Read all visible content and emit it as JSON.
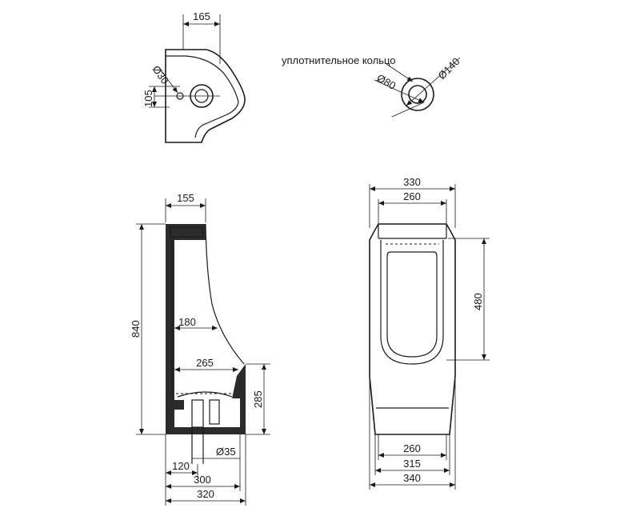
{
  "top_view": {
    "dim_width": "165",
    "dim_height": "105",
    "dim_hole": "Ø30"
  },
  "seal_ring": {
    "label": "уплотнительное кольцо",
    "dim_outer": "Ø140",
    "dim_inner": "Ø80"
  },
  "side_view": {
    "dim_top": "155",
    "dim_height": "840",
    "dim_mid": "180",
    "dim_bowl": "265",
    "dim_bottom_h": "285",
    "dim_pipe": "Ø35",
    "dim_pipe_offset": "120",
    "dim_base1": "300",
    "dim_base2": "320"
  },
  "front_view": {
    "dim_top_outer": "330",
    "dim_top_inner": "260",
    "dim_height": "480",
    "dim_bottom_inner": "260",
    "dim_bottom_mid": "315",
    "dim_bottom_outer": "340"
  }
}
